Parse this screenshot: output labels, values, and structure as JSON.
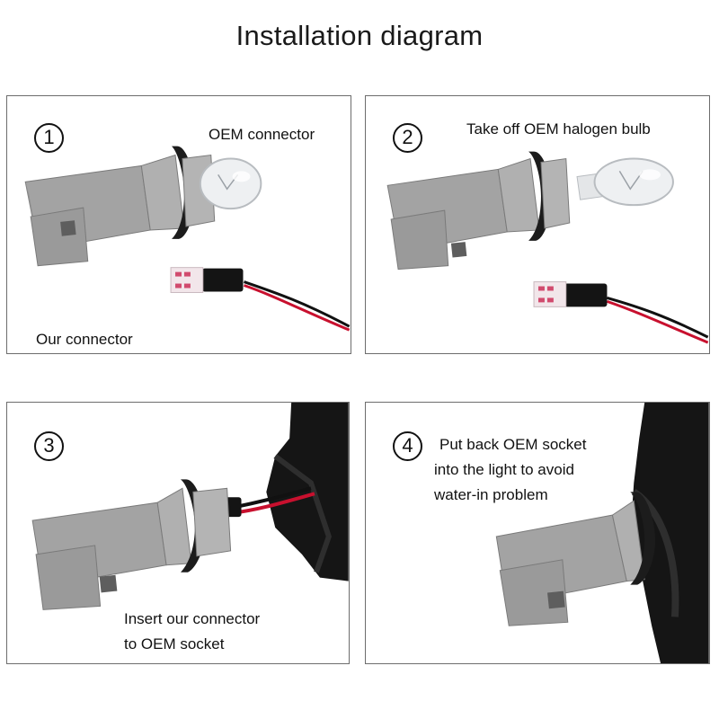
{
  "title": "Installation diagram",
  "steps": [
    {
      "number": "1",
      "captions": [
        "OEM connector",
        "Our connector"
      ]
    },
    {
      "number": "2",
      "captions": [
        "Take off OEM halogen bulb"
      ]
    },
    {
      "number": "3",
      "captions": [
        "Insert our connector",
        "to OEM socket"
      ]
    },
    {
      "number": "4",
      "captions": [
        "Put back OEM socket",
        "into the light to avoid",
        "water-in problem"
      ]
    }
  ],
  "colors": {
    "connector_body": "#a3a3a3",
    "seal_ring": "#1c1c1c",
    "wire_red": "#c8102e",
    "wire_black": "#111111",
    "housing": "#151515",
    "led_chip": "#f2e6ea"
  }
}
